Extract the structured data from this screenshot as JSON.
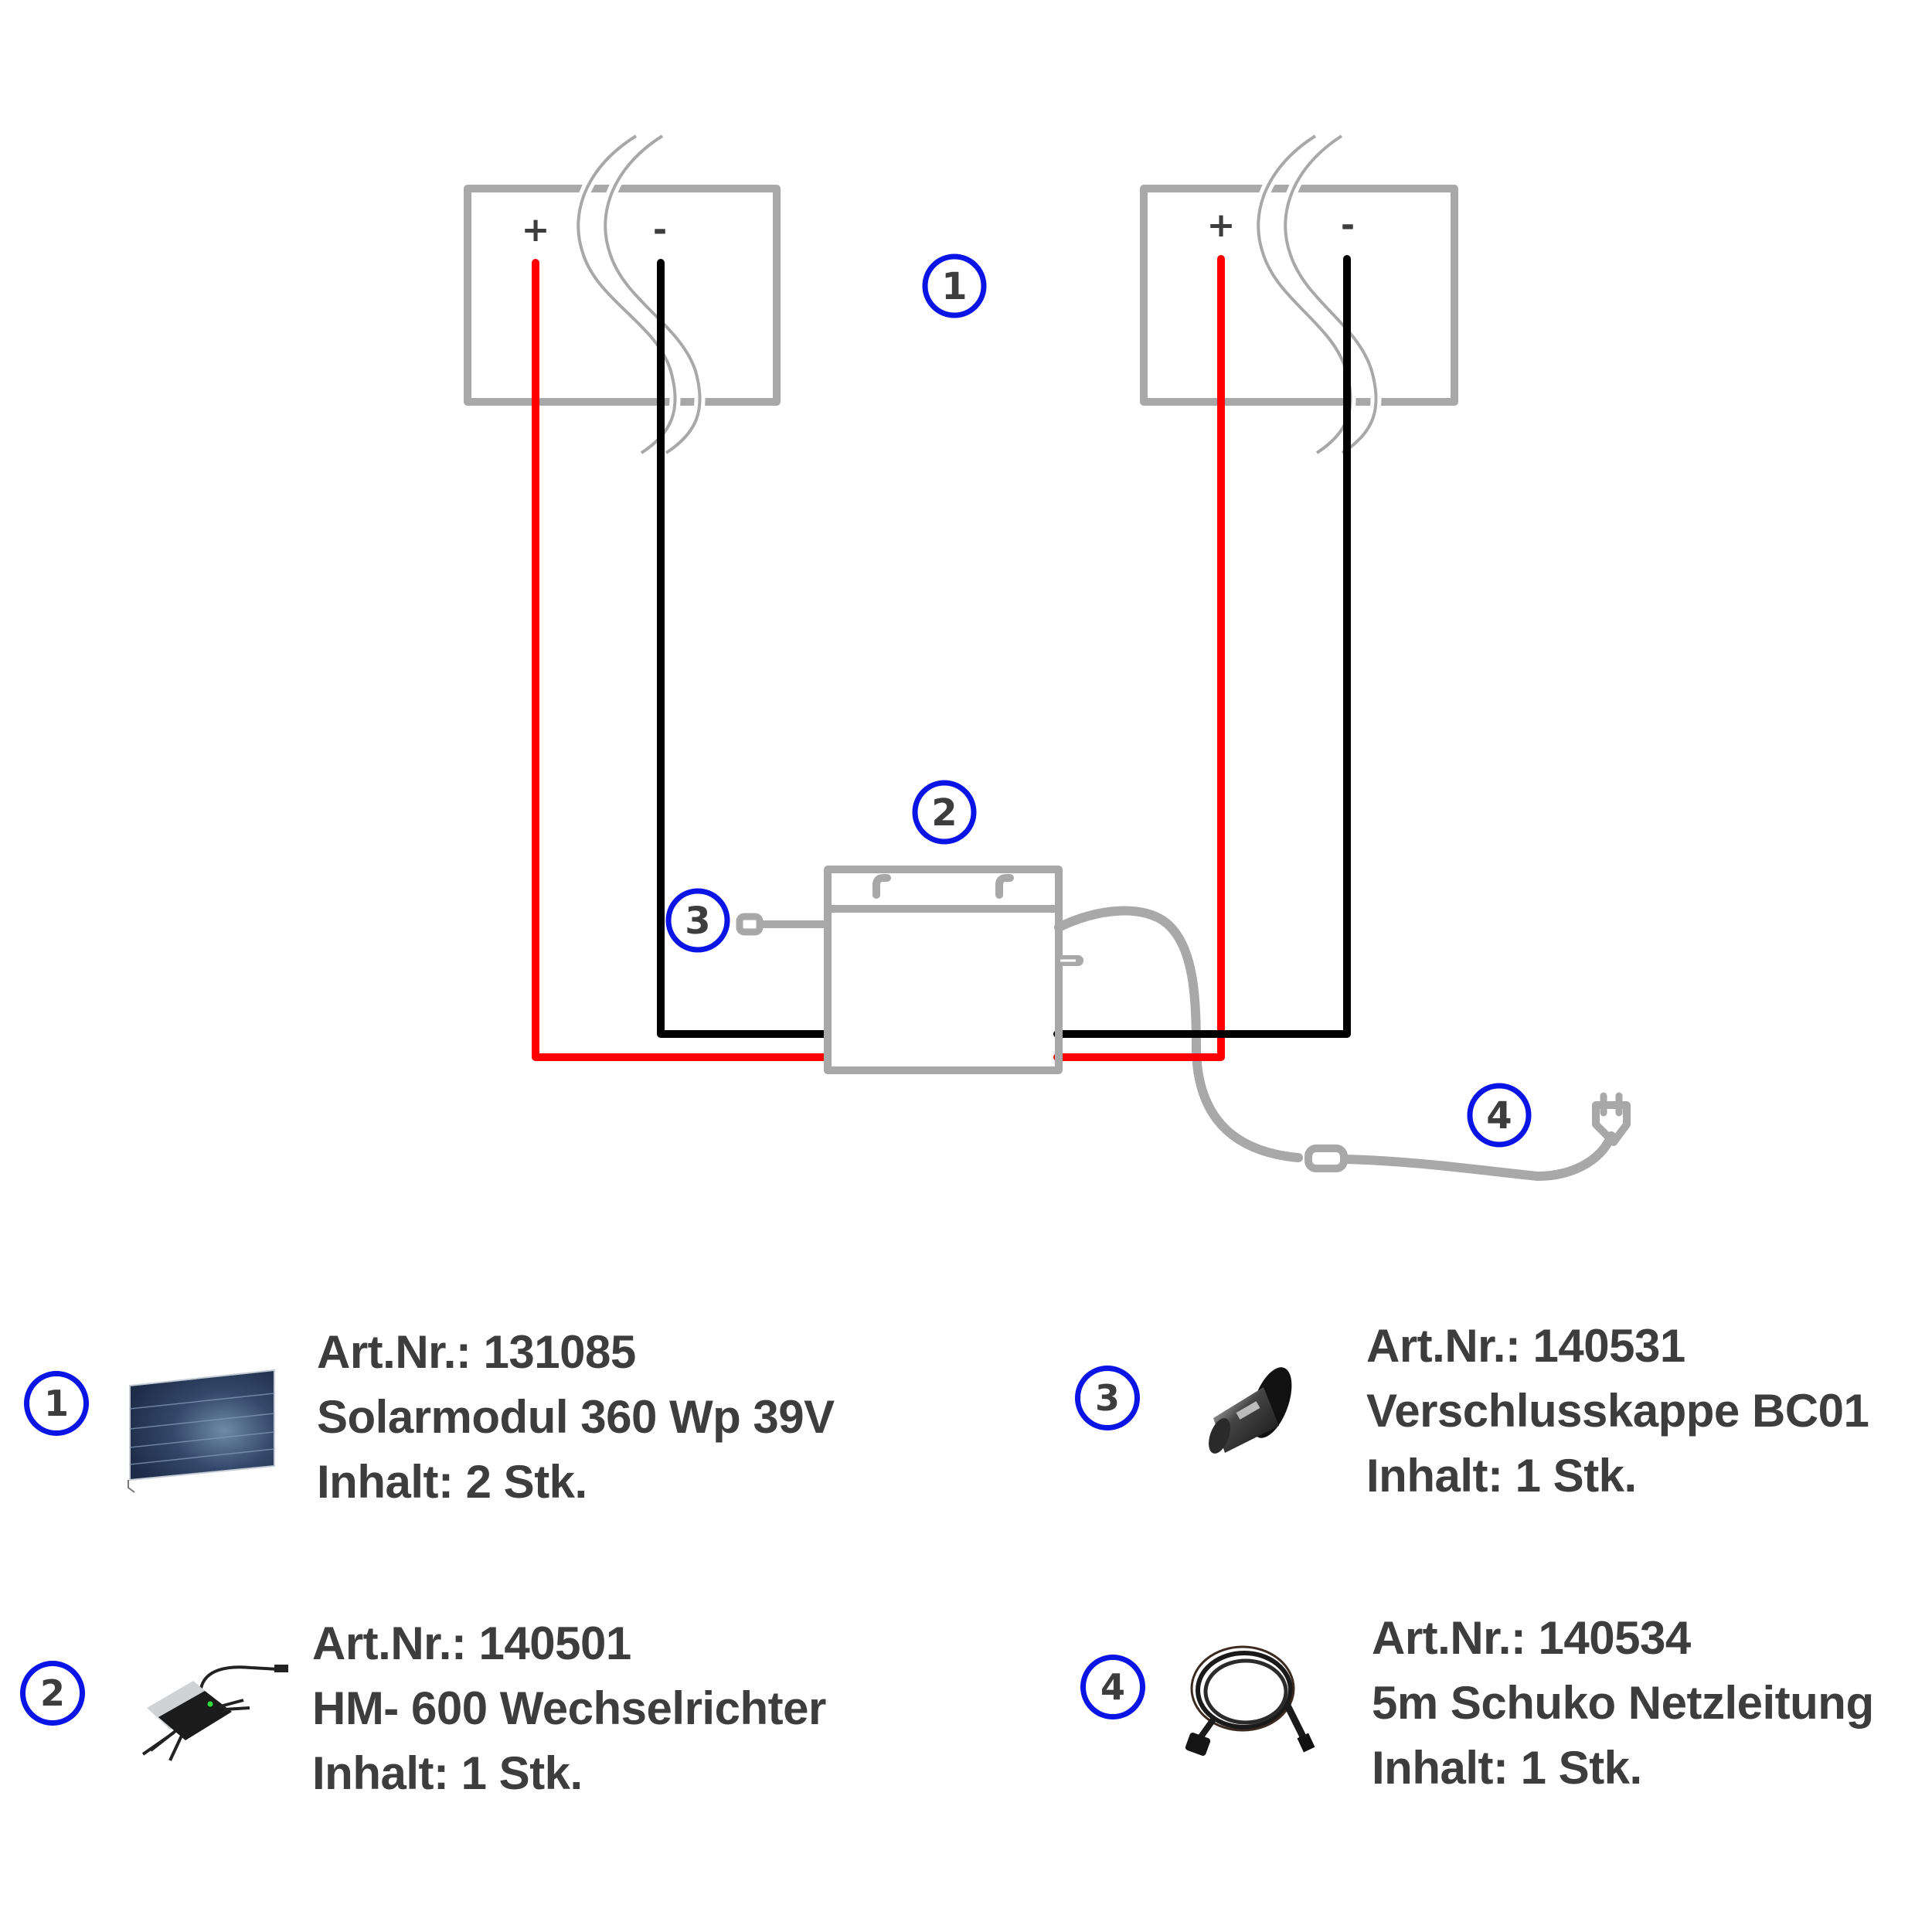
{
  "diagram": {
    "callouts": {
      "solar_panels": "1",
      "inverter": "2",
      "end_cap": "3",
      "ac_cable": "4"
    },
    "panel_left": {
      "plus": "+",
      "minus": "-"
    },
    "panel_right": {
      "plus": "+",
      "minus": "-"
    },
    "colors": {
      "positive_wire": "#ff0000",
      "negative_wire": "#000000",
      "component_outline": "#a8a8a8",
      "callout_ring": "#0a14e6",
      "text": "#3d3d3d"
    }
  },
  "legend": [
    {
      "number": "1",
      "art_nr": "Art.Nr.: 131085",
      "name": "Solarmodul 360 Wp 39V",
      "content": "Inhalt: 2 Stk.",
      "image": "solar-panel"
    },
    {
      "number": "2",
      "art_nr": "Art.Nr.: 140501",
      "name": "HM- 600 Wechselrichter",
      "content": "Inhalt: 1 Stk.",
      "image": "micro-inverter"
    },
    {
      "number": "3",
      "art_nr": "Art.Nr.: 140531",
      "name": "Verschlusskappe BC01",
      "content": "Inhalt: 1 Stk.",
      "image": "end-cap"
    },
    {
      "number": "4",
      "art_nr": "Art.Nr.: 140534",
      "name": "5m Schuko Netzleitung",
      "content": "Inhalt: 1 Stk.",
      "image": "schuko-cable"
    }
  ]
}
